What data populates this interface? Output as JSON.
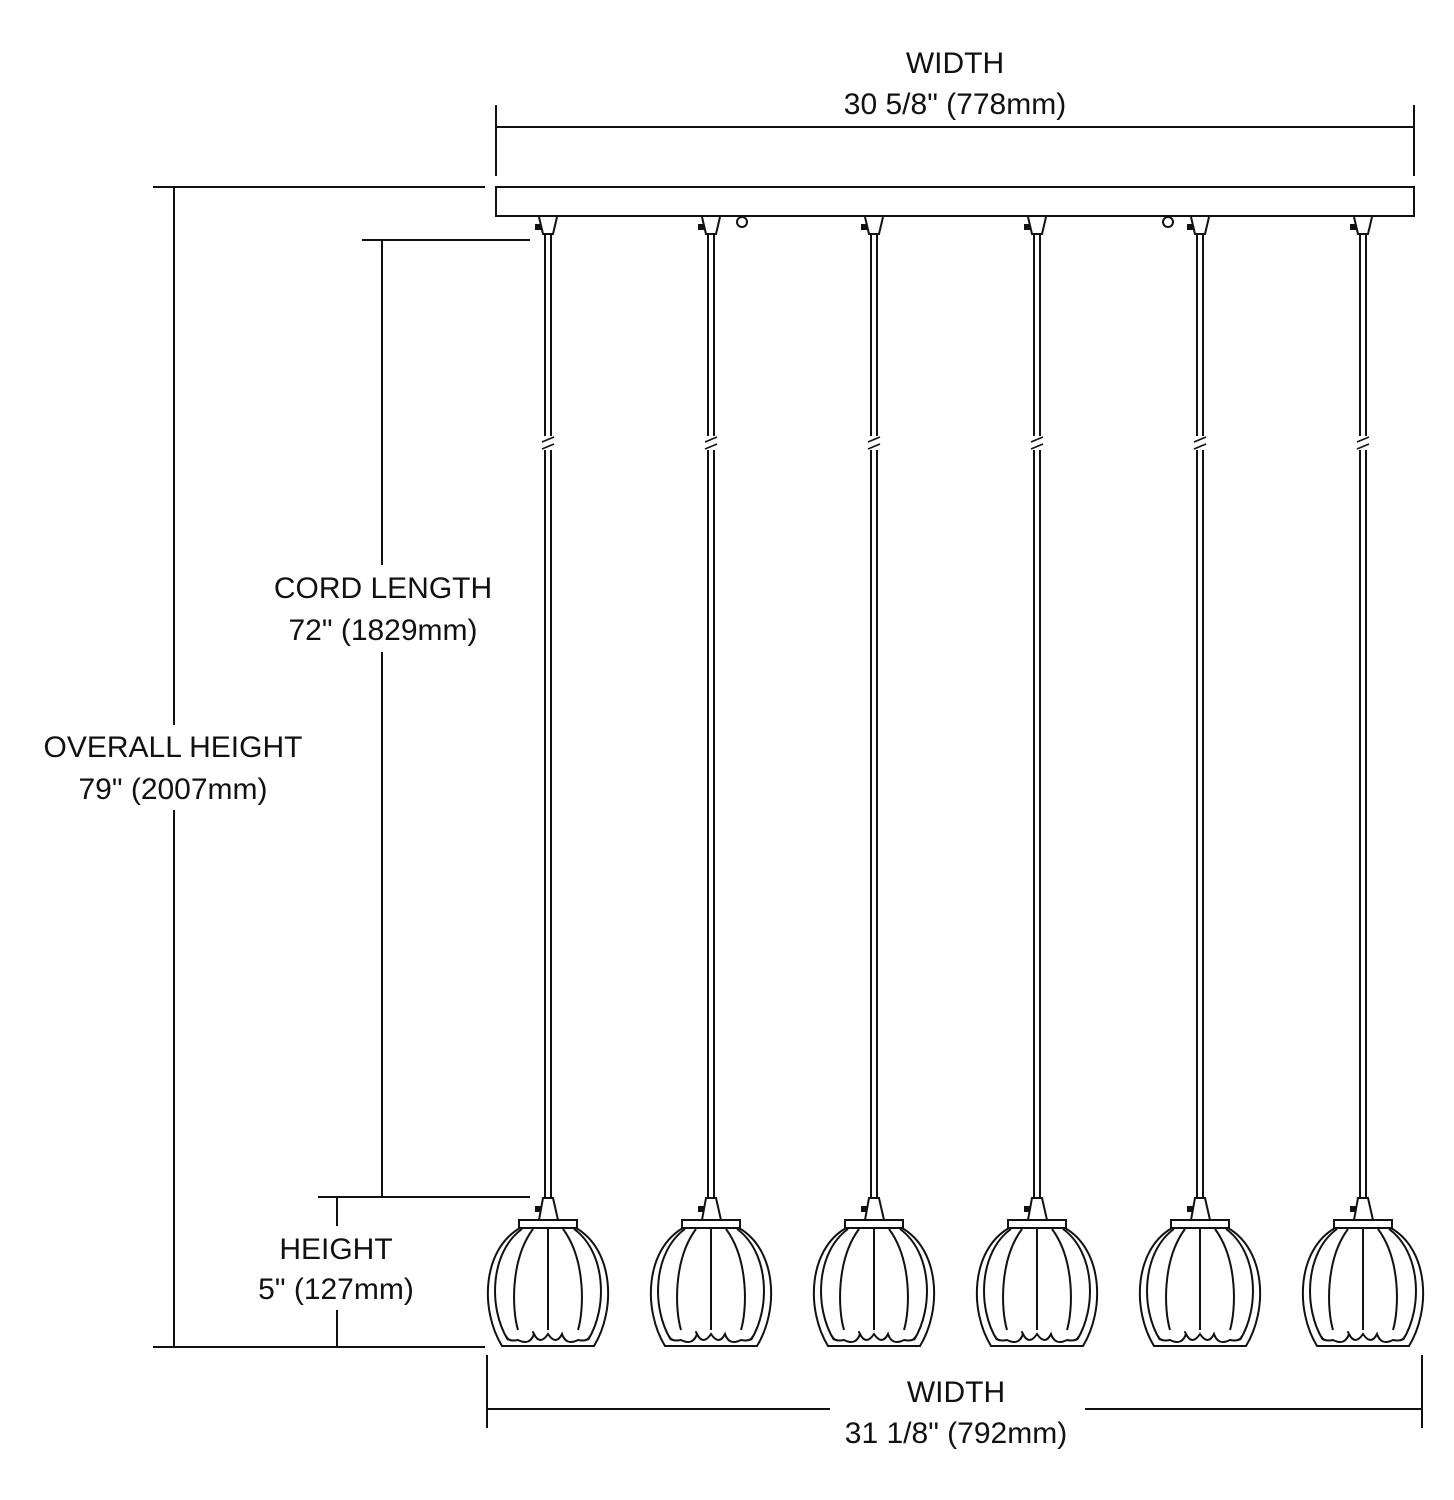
{
  "dimensions": {
    "top_width": {
      "label": "WIDTH",
      "value": "30 5/8\" (778mm)"
    },
    "bottom_width": {
      "label": "WIDTH",
      "value": "31 1/8\" (792mm)"
    },
    "overall_height": {
      "label": "OVERALL HEIGHT",
      "value": "79\" (2007mm)"
    },
    "cord_length": {
      "label": "CORD LENGTH",
      "value": "72\" (1829mm)"
    },
    "shade_height": {
      "label": "HEIGHT",
      "value": "5\" (127mm)"
    }
  },
  "fixture": {
    "pendant_count": 6
  },
  "colors": {
    "line": "#111111",
    "background": "#ffffff"
  }
}
